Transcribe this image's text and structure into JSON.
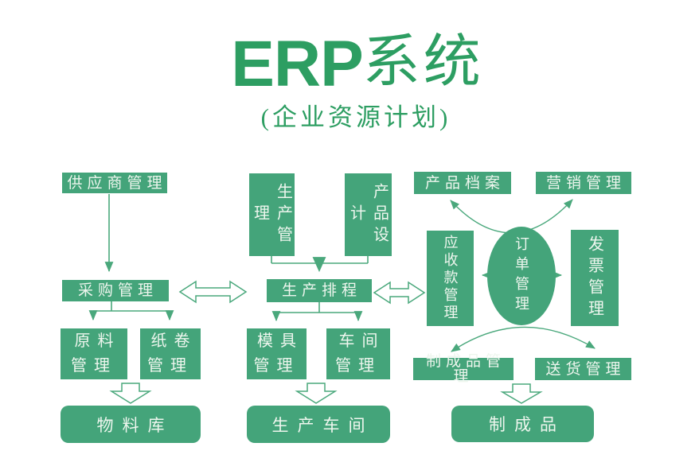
{
  "title": {
    "erp": "ERP",
    "system": "系统",
    "subtitle": "(企业资源计划)"
  },
  "nodes": {
    "supplier": "供应商管理",
    "purchasing": "采购管理",
    "raw_material": "原料\n管理",
    "paper_roll": "纸卷\n管理",
    "material_warehouse": "物料库",
    "production_mgmt": "生产管理",
    "product_design": "产品设计",
    "production_scheduling": "生产排程",
    "mold_mgmt": "模具\n管理",
    "workshop_mgmt": "车间\n管理",
    "production_workshop": "生产车间",
    "product_archive": "产品档案",
    "marketing_mgmt": "营销管理",
    "receivables_mgmt": "应收款管理",
    "order_mgmt": "订单管理",
    "invoice_mgmt": "发票管理",
    "finished_goods_mgmt": "制成品管理",
    "delivery_mgmt": "送货管理",
    "finished_goods": "制成品"
  },
  "colors": {
    "box_green": "#44a47a",
    "title_green": "#2d9e62",
    "arrow_green": "#4aa87c",
    "text_on_green": "#eef6ee",
    "background": "#ffffff"
  }
}
